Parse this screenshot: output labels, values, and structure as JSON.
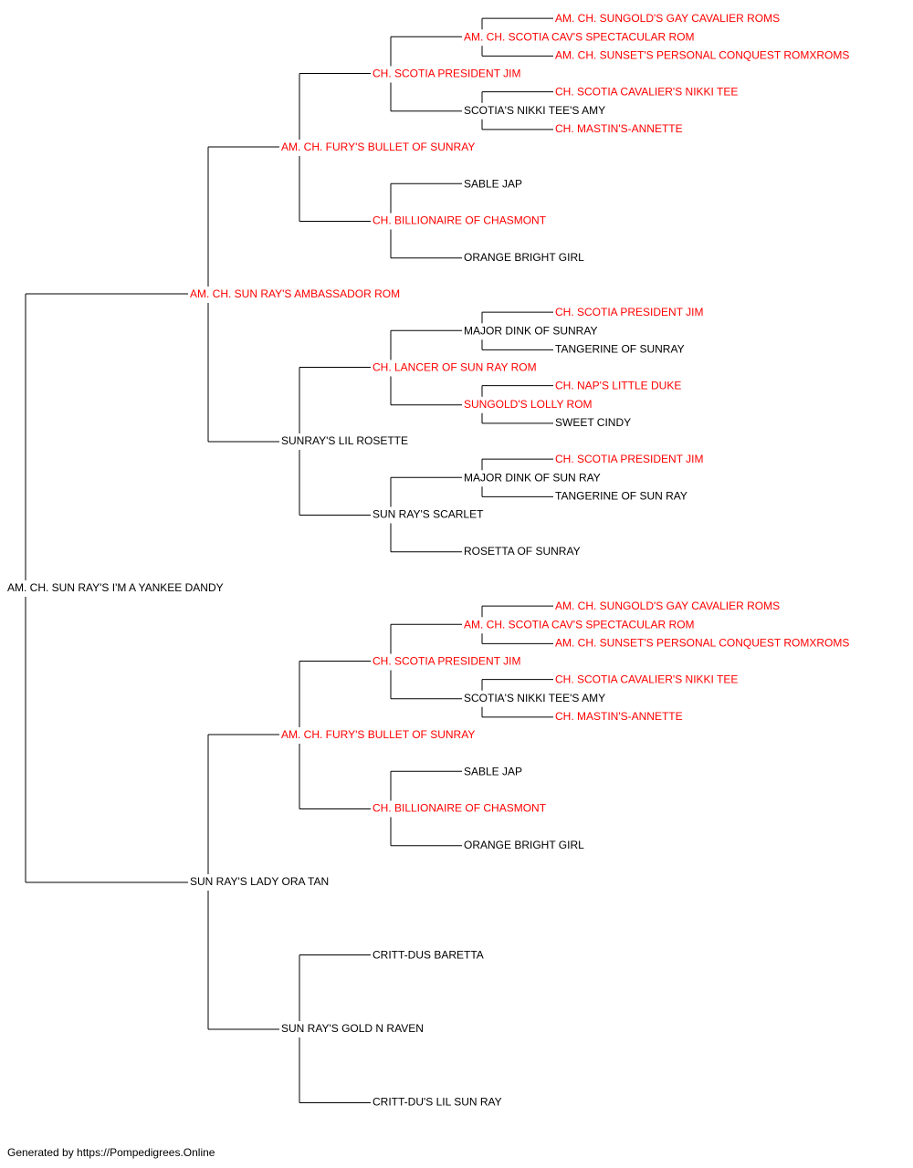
{
  "colors": {
    "champion": "#ff0000",
    "normal": "#000000",
    "line": "#000000"
  },
  "pedigree": {
    "name": "AM. CH. SUN RAY'S I'M A YANKEE DANDY",
    "champion": false,
    "sire": {
      "name": "AM. CH. SUN RAY'S AMBASSADOR ROM",
      "champion": true,
      "sire": {
        "name": "AM. CH. FURY'S BULLET OF SUNRAY",
        "champion": true,
        "sire": {
          "name": "CH. SCOTIA PRESIDENT JIM",
          "champion": true,
          "sire": {
            "name": "AM. CH. SCOTIA CAV'S SPECTACULAR ROM",
            "champion": true,
            "sire": {
              "name": "AM. CH. SUNGOLD'S GAY CAVALIER ROMS",
              "champion": true
            },
            "dam": {
              "name": "AM. CH. SUNSET'S PERSONAL CONQUEST ROMXROMS",
              "champion": true
            }
          },
          "dam": {
            "name": "SCOTIA'S NIKKI TEE'S AMY",
            "champion": false,
            "sire": {
              "name": "CH. SCOTIA CAVALIER'S NIKKI TEE",
              "champion": true
            },
            "dam": {
              "name": "CH. MASTIN'S-ANNETTE",
              "champion": true
            }
          }
        },
        "dam": {
          "name": "CH. BILLIONAIRE OF CHASMONT",
          "champion": true,
          "sire": {
            "name": "SABLE JAP",
            "champion": false
          },
          "dam": {
            "name": "ORANGE BRIGHT GIRL",
            "champion": false
          }
        }
      },
      "dam": {
        "name": "SUNRAY'S LIL ROSETTE",
        "champion": false,
        "sire": {
          "name": "CH. LANCER OF SUN RAY ROM",
          "champion": true,
          "sire": {
            "name": "MAJOR DINK OF SUNRAY",
            "champion": false,
            "sire": {
              "name": "CH. SCOTIA PRESIDENT JIM",
              "champion": true
            },
            "dam": {
              "name": "TANGERINE OF SUNRAY",
              "champion": false
            }
          },
          "dam": {
            "name": "SUNGOLD'S LOLLY ROM",
            "champion": true,
            "sire": {
              "name": "CH. NAP'S LITTLE DUKE",
              "champion": true
            },
            "dam": {
              "name": "SWEET CINDY",
              "champion": false
            }
          }
        },
        "dam": {
          "name": "SUN RAY'S SCARLET",
          "champion": false,
          "sire": {
            "name": "MAJOR DINK OF SUN RAY",
            "champion": false,
            "sire": {
              "name": "CH. SCOTIA PRESIDENT JIM",
              "champion": true
            },
            "dam": {
              "name": "TANGERINE OF SUN RAY",
              "champion": false
            }
          },
          "dam": {
            "name": "ROSETTA OF SUNRAY",
            "champion": false
          }
        }
      }
    },
    "dam": {
      "name": "SUN RAY'S LADY ORA TAN",
      "champion": false,
      "sire": {
        "name": "AM. CH. FURY'S BULLET OF SUNRAY",
        "champion": true,
        "sire": {
          "name": "CH. SCOTIA PRESIDENT JIM",
          "champion": true,
          "sire": {
            "name": "AM. CH. SCOTIA CAV'S SPECTACULAR ROM",
            "champion": true,
            "sire": {
              "name": "AM. CH. SUNGOLD'S GAY CAVALIER ROMS",
              "champion": true
            },
            "dam": {
              "name": "AM. CH. SUNSET'S PERSONAL CONQUEST ROMXROMS",
              "champion": true
            }
          },
          "dam": {
            "name": "SCOTIA'S NIKKI TEE'S AMY",
            "champion": false,
            "sire": {
              "name": "CH. SCOTIA CAVALIER'S NIKKI TEE",
              "champion": true
            },
            "dam": {
              "name": "CH. MASTIN'S-ANNETTE",
              "champion": true
            }
          }
        },
        "dam": {
          "name": "CH. BILLIONAIRE OF CHASMONT",
          "champion": true,
          "sire": {
            "name": "SABLE JAP",
            "champion": false
          },
          "dam": {
            "name": "ORANGE BRIGHT GIRL",
            "champion": false
          }
        }
      },
      "dam": {
        "name": "SUN RAY'S GOLD N RAVEN",
        "champion": false,
        "sire": {
          "name": "CRITT-DUS BARETTA",
          "champion": false
        },
        "dam": {
          "name": "CRITT-DU'S LIL SUN RAY",
          "champion": false
        }
      }
    }
  },
  "footer": {
    "text": "Generated by https://Pompedigrees.Online"
  }
}
